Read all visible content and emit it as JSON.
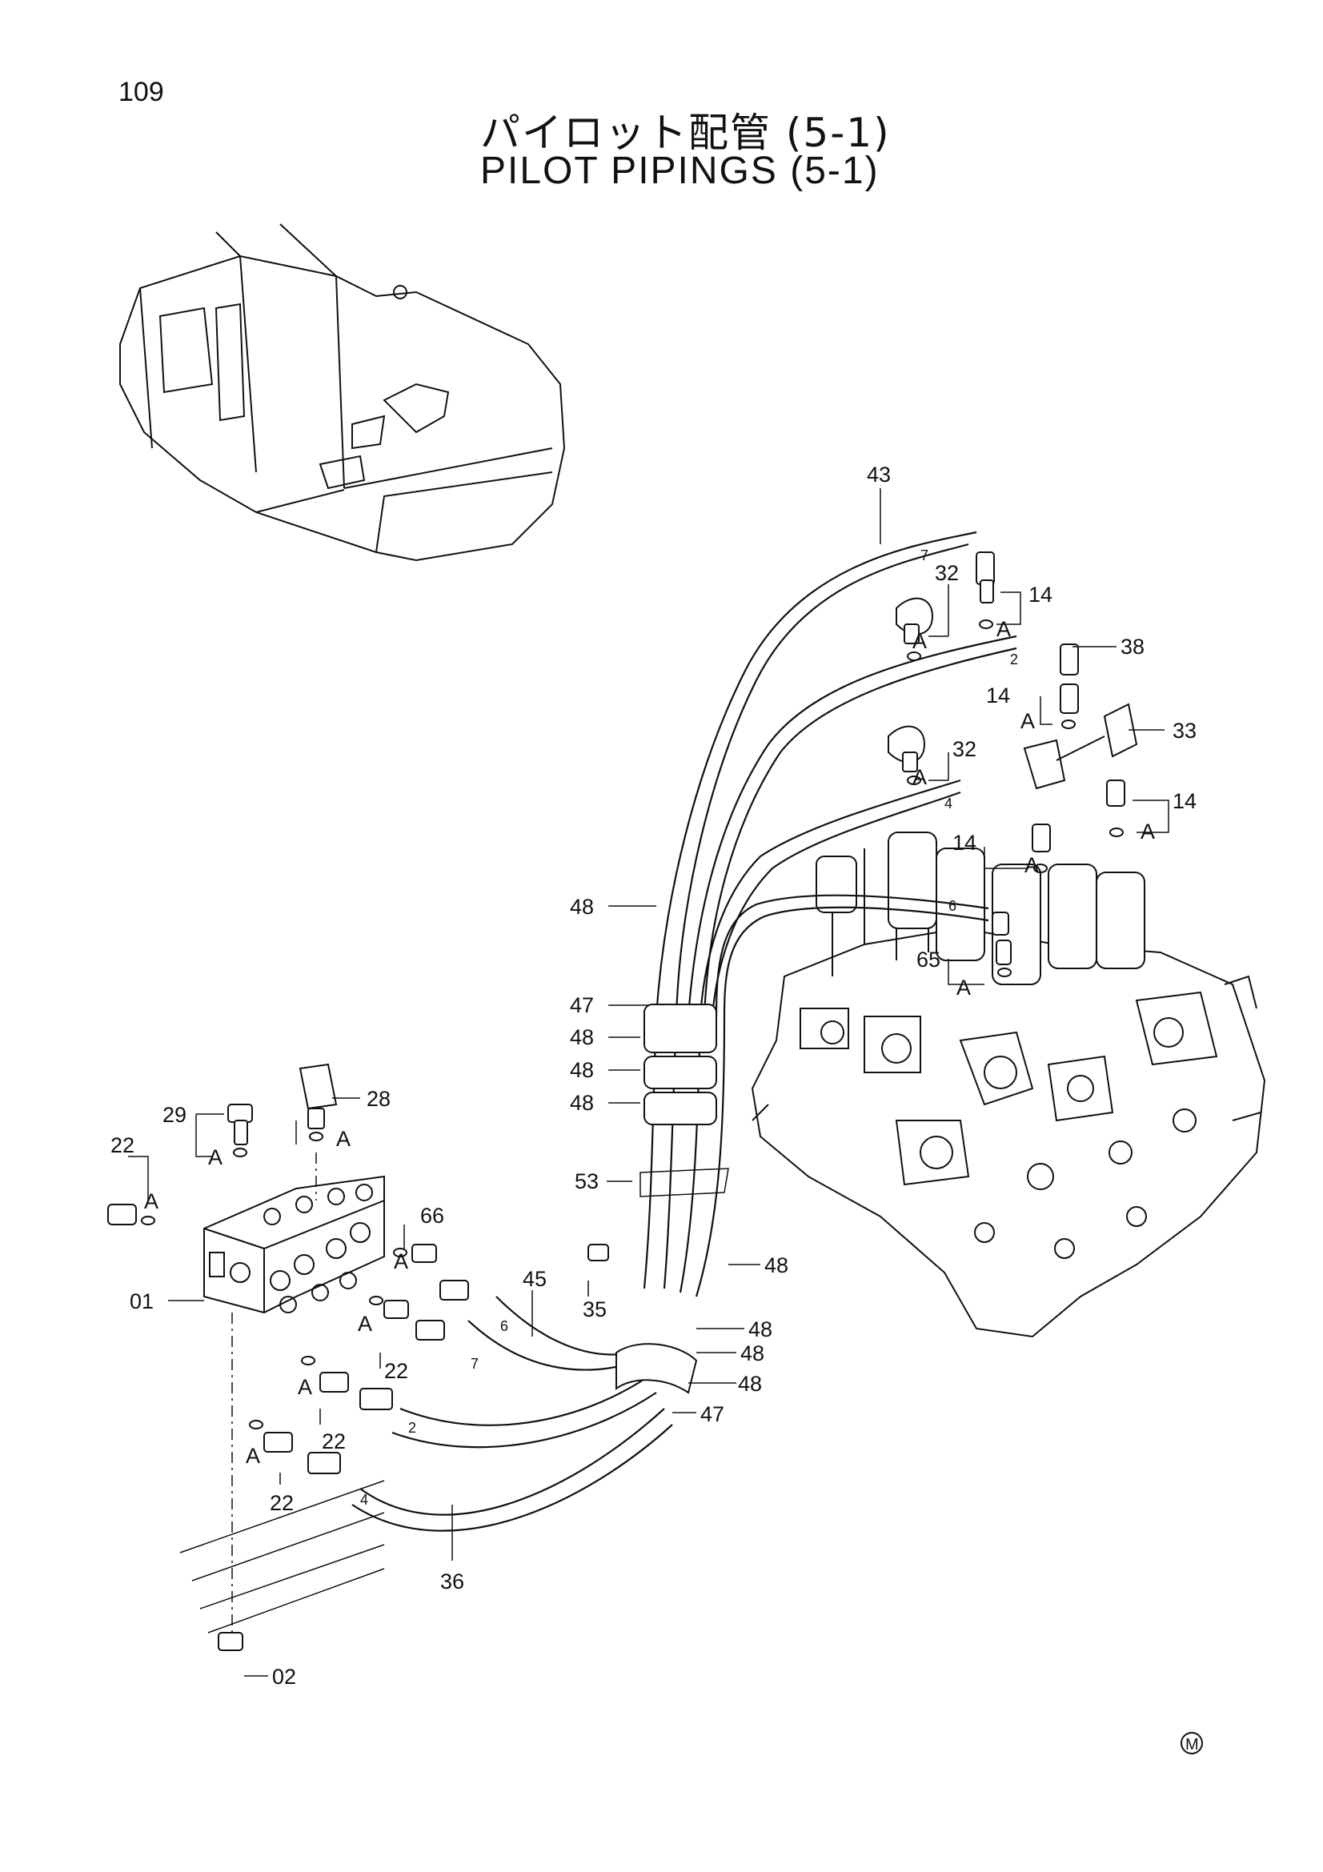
{
  "page_number": "109",
  "title_jp": "パイロット配管 (5-1)",
  "title_en": "PILOT PIPINGS (5-1)",
  "mark": "M",
  "connection_marker": "A",
  "hose_numbers": {
    "h2a": "2",
    "h4a": "4",
    "h6a": "6",
    "h7a": "7",
    "h2b": "2",
    "h4b": "4",
    "h6b": "6",
    "h7b": "7"
  },
  "callouts": {
    "c43": "43",
    "c32a": "32",
    "c14a": "14",
    "c38": "38",
    "c14b": "14",
    "c33": "33",
    "c32b": "32",
    "c14c": "14",
    "c14d": "14",
    "c48a": "48",
    "c65": "65",
    "c47a": "47",
    "c48b": "48",
    "c48c": "48",
    "c48d": "48",
    "c28": "28",
    "c29": "29",
    "c22a": "22",
    "c66": "66",
    "c53": "53",
    "c48e": "48",
    "c45": "45",
    "c35": "35",
    "c01": "01",
    "c48f": "48",
    "c48g": "48",
    "c22b": "22",
    "c48h": "48",
    "c22c": "22",
    "c47b": "47",
    "c22d": "22",
    "c36": "36",
    "c02": "02"
  }
}
